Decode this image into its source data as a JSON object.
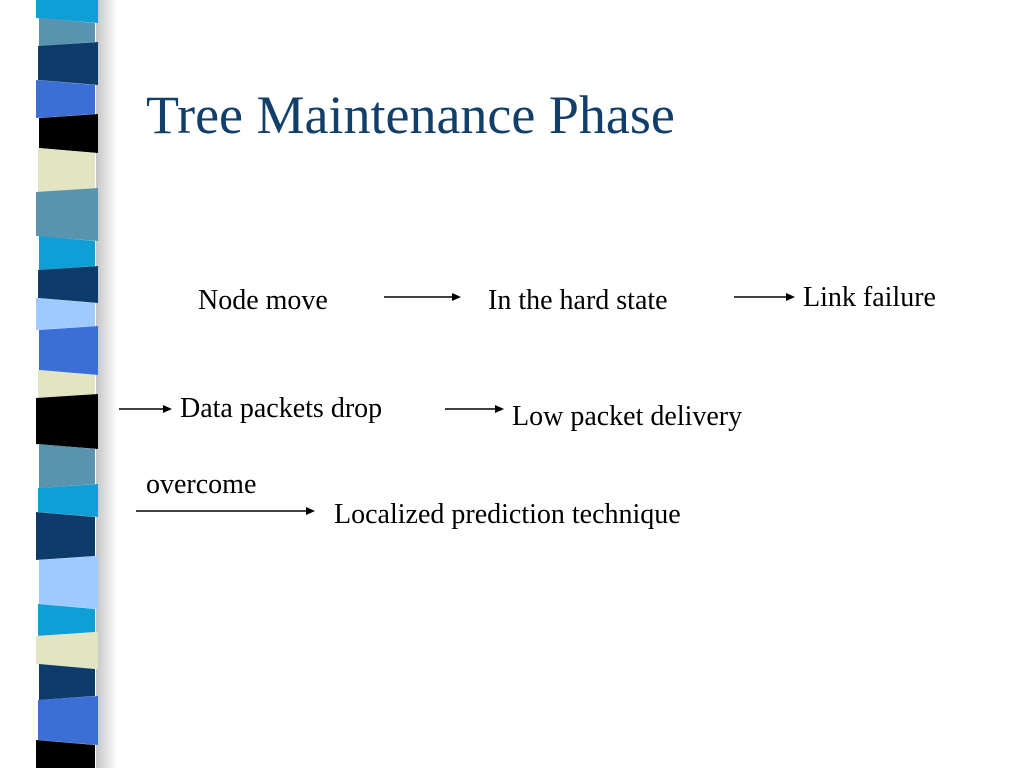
{
  "slide": {
    "title": "Tree Maintenance Phase"
  },
  "flow": {
    "row1": {
      "node_move": "Node move",
      "hard_state": "In the hard state",
      "link_failure": "Link failure"
    },
    "row2": {
      "data_packets_drop": "Data packets drop",
      "low_packet_delivery": "Low packet delivery"
    },
    "row3": {
      "overcome": "overcome",
      "technique": "Localized prediction technique"
    }
  },
  "theme": {
    "title_color": "#123f6a",
    "stripe_colors": [
      "#0f9ed6",
      "#5a93ad",
      "#0e3c6a",
      "#3b6fd6",
      "#000000",
      "#e3e4c2",
      "#9fcaff"
    ]
  }
}
